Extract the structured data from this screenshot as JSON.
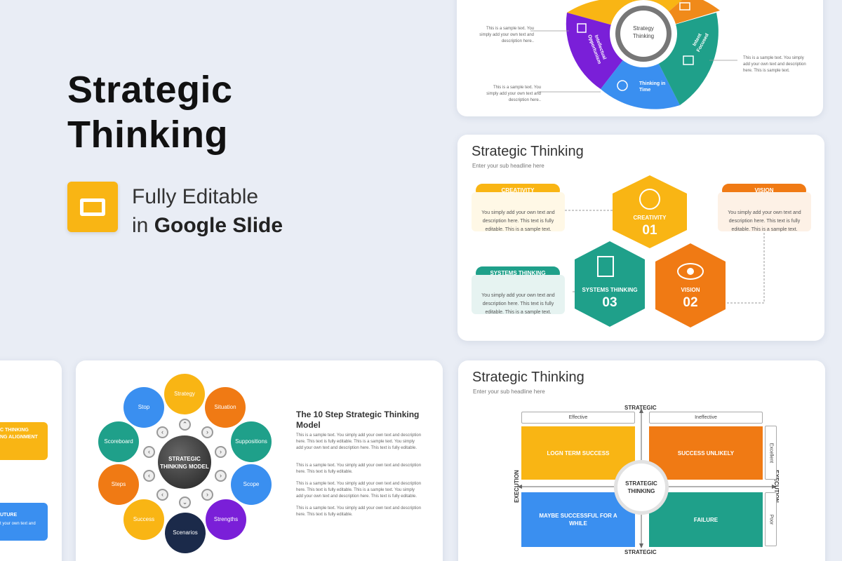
{
  "hero": {
    "title_line1": "Strategic",
    "title_line2": "Thinking",
    "editable_line1": "Fully Editable",
    "editable_prefix": "in ",
    "editable_bold": "Google Slide"
  },
  "wheel_slide": {
    "center_line1": "Strategy",
    "center_line2": "Thinking",
    "segments": [
      "Intellectual Opportunism",
      "Thinking in Time",
      "Intent Focused"
    ],
    "sample_text_1": "This is a sample text. You simply add your own text and description here..",
    "sample_text_2": "This is a sample text. You simply add your own text and description here..",
    "sample_text_3": "This is a sample text. You simply add your own text and description here. This is sample text.",
    "colors": {
      "purple": "#7a1fd8",
      "blue": "#3a8ff0",
      "teal": "#1fa08a",
      "yellow": "#f9b514",
      "orange": "#f08a1a"
    }
  },
  "hex_slide": {
    "title": "Strategic Thinking",
    "subtitle": "Enter your sub headline here",
    "creativity_pill": "CREATIVITY",
    "vision_pill": "VISION",
    "systems_pill": "SYSTEMS THINKING",
    "box_text": "You simply add your own text and description here. This text is fully editable. This is a sample text.",
    "hex_creativity_label": "CREATIVITY",
    "hex_creativity_num": "01",
    "hex_vision_label": "VISION",
    "hex_vision_num": "02",
    "hex_systems_label": "SYSTEMS THINKING",
    "hex_systems_num": "03",
    "colors": {
      "yellow": "#f9b514",
      "orange": "#f07a14",
      "teal": "#1fa08a"
    }
  },
  "left_partial_slide": {
    "label1_line1": "C THINKING",
    "label1_line2": "NG ALIGNMENT",
    "label2": "UTURE",
    "label2_text": "t your own text and"
  },
  "steps_slide": {
    "heading_line1": "The 10 Step Strategic Thinking",
    "heading_line2": "Model",
    "center_line1": "STRATEGIC",
    "center_line2": "THINKING MODEL",
    "steps": [
      "Strategy",
      "Situation",
      "Suppositions",
      "Scope",
      "Strengths",
      "Scenarios",
      "Success",
      "Steps",
      "Scoreboard",
      "Stop"
    ],
    "para1": "This is a sample text. You simply add your own text and description here. This text is fully editable. This is a sample text. You simply add your own text and description here. This text is fully editable.",
    "para2": "This is a sample text. You simply add your own text and description here. This text is fully editable.",
    "para3": "This is a sample text. You simply add your own text and description here. This text is fully editable. This is a sample text. You simply add your own text and description here. This text is fully editable.",
    "para4": "This is a sample text. You simply add your own text and description here. This text is fully editable."
  },
  "matrix_slide": {
    "title": "Strategic Thinking",
    "subtitle": "Enter your sub headline here",
    "axis_top": "STRATEGIC",
    "axis_bottom": "STRATEGIC",
    "axis_left": "EXECUTION",
    "axis_right": "EXECUTION",
    "col_effective": "Effective",
    "col_ineffective": "Ineffective",
    "row_excellent": "Excellent",
    "row_poor": "Poor",
    "q1": "LOGN TERM SUCCESS",
    "q2": "SUCCESS UNLIKELY",
    "q3": "MAYBE SUCCESSFUL FOR A WHILE",
    "q4": "FAILURE",
    "center_line1": "STRATEGIC",
    "center_line2": "THINKING"
  }
}
